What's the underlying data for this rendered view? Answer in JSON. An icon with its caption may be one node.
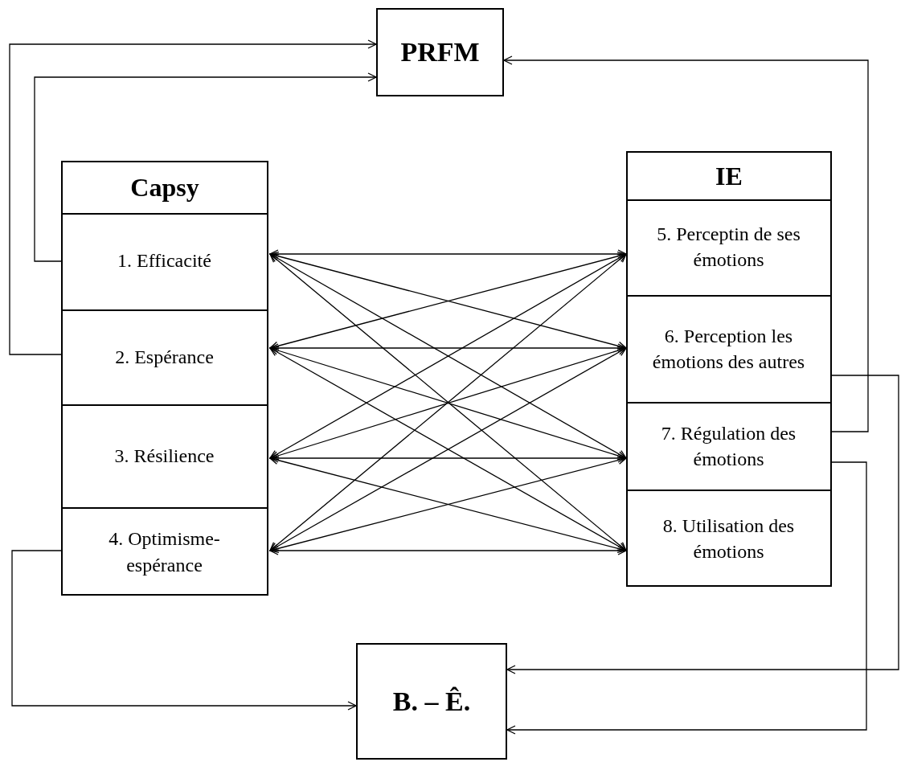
{
  "diagram": {
    "nodes": [
      {
        "text": [
          "PRFM"
        ]
      },
      {
        "text": [
          "Capsy"
        ]
      },
      {
        "text": [
          "1. Efficacité"
        ],
        "in": 1
      },
      {
        "text": [
          "2. Espérance"
        ],
        "in": 1
      },
      {
        "text": [
          "3. Résilience"
        ],
        "in": 1
      },
      {
        "text": [
          "4. Optimisme-espérance"
        ],
        "in": 1
      },
      {
        "text": [
          "IE"
        ]
      },
      {
        "text": [
          "5. Perceptin de ses émotions"
        ],
        "in": 6
      },
      {
        "text": [
          "6. Perception les émotions des autres"
        ],
        "in": 6
      },
      {
        "text": [
          "7. Régulation des émotions"
        ],
        "in": 6
      },
      {
        "text": [
          "8. Utilisation des émotions"
        ],
        "in": 6
      },
      {
        "text": [
          "B. – Ê."
        ]
      }
    ],
    "edges": [
      {
        "from": 2,
        "to": 7,
        "arrow": "both"
      },
      {
        "from": 2,
        "to": 8,
        "arrow": "both"
      },
      {
        "from": 2,
        "to": 9,
        "arrow": "both"
      },
      {
        "from": 2,
        "to": 10,
        "arrow": "both"
      },
      {
        "from": 3,
        "to": 7,
        "arrow": "both"
      },
      {
        "from": 3,
        "to": 8,
        "arrow": "both"
      },
      {
        "from": 3,
        "to": 9,
        "arrow": "both"
      },
      {
        "from": 3,
        "to": 10,
        "arrow": "both"
      },
      {
        "from": 4,
        "to": 7,
        "arrow": "both"
      },
      {
        "from": 4,
        "to": 8,
        "arrow": "both"
      },
      {
        "from": 4,
        "to": 9,
        "arrow": "both"
      },
      {
        "from": 4,
        "to": 10,
        "arrow": "both"
      },
      {
        "from": 5,
        "to": 7,
        "arrow": "both"
      },
      {
        "from": 5,
        "to": 8,
        "arrow": "both"
      },
      {
        "from": 5,
        "to": 9,
        "arrow": "both"
      },
      {
        "from": 5,
        "to": 10,
        "arrow": "both"
      },
      {
        "from": 2,
        "to": 0,
        "arrow": "to"
      },
      {
        "from": 3,
        "to": 0,
        "arrow": "to"
      },
      {
        "from": 9,
        "to": 0,
        "arrow": "to"
      },
      {
        "from": 5,
        "to": 11,
        "arrow": "to"
      },
      {
        "from": 8,
        "to": 11,
        "arrow": "to"
      },
      {
        "from": 9,
        "to": 11,
        "arrow": "to"
      }
    ]
  }
}
